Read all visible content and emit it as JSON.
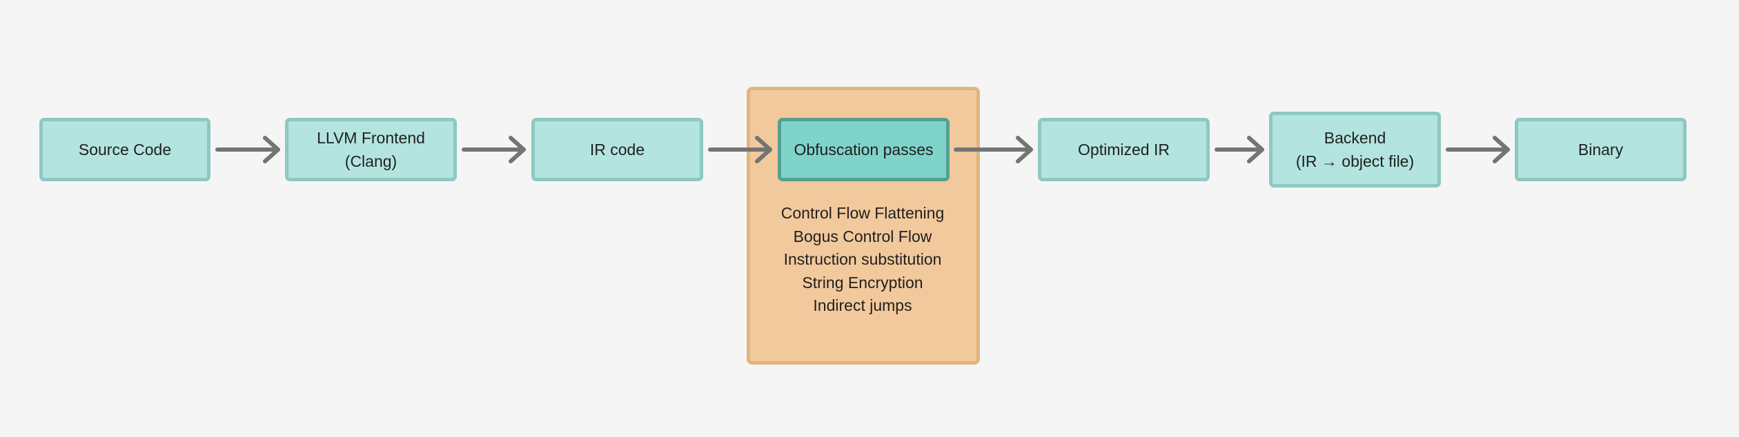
{
  "nodes": {
    "source_code": "Source Code",
    "llvm_frontend": "LLVM Frontend\n(Clang)",
    "ir_code": "IR code",
    "obfuscation": "Obfuscation passes",
    "optimized_ir": "Optimized IR",
    "backend": "Backend\n(IR → object file)",
    "binary": "Binary"
  },
  "passes": [
    "Control Flow Flattening",
    "Bogus Control Flow",
    "Instruction substitution",
    "String Encryption",
    "Indirect jumps"
  ],
  "colors": {
    "background": "#f5f5f5",
    "node_fill": "#b3e4df",
    "node_border": "#8ec8c3",
    "highlight_fill": "#7fd3c9",
    "highlight_border": "#559e96",
    "group_fill": "#f2c99c",
    "group_border": "#e1b57f",
    "arrow": "#747474"
  }
}
